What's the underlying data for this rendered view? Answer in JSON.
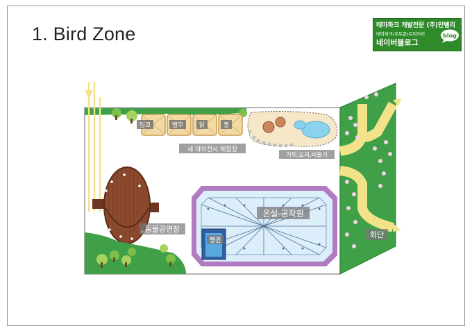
{
  "slide": {
    "title": "1. Bird Zone"
  },
  "logo": {
    "line1": "테마파크 개발전문 (주)인밸리",
    "line2": "테마파크/포토존/로피어리",
    "line3": "네이버블로그",
    "badge": "blog",
    "colors": {
      "background": "#2f8a2a",
      "text": "#ffffff"
    }
  },
  "plan": {
    "bird_rooms": [
      "잉꼬",
      "앵무",
      "닭",
      "꿩"
    ],
    "experience_label": "새 야외전시 체험장",
    "pond_label": "거위,오리,비둘기",
    "greenhouse_label": "온실-공작원",
    "penguin_label": "펭귄",
    "performance_label": "동물공연장",
    "flowerbed_label": "화단",
    "colors": {
      "grass": "#3fa047",
      "pond_water": "#8ad3ee",
      "room_fill": "#f3d9a3",
      "stage_wood": "#8b4a2e",
      "greenhouse_border": "#b07bc0",
      "greenhouse_glass": "#ddeefb",
      "path_arrow": "#f2e38a"
    }
  }
}
